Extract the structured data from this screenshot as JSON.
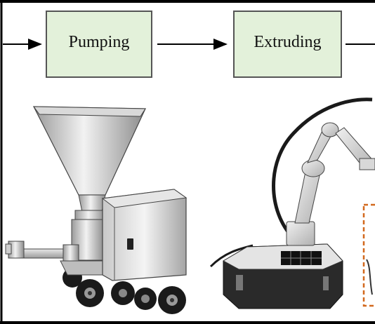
{
  "process_steps": [
    {
      "label": "Pumping"
    },
    {
      "label": "Extruding"
    }
  ],
  "colors": {
    "step_box_fill": "#e3f1da",
    "step_box_stroke": "#555555",
    "frame_border": "#000000",
    "arrow": "#000000",
    "machine_metal": "#bfbfbf",
    "machine_dark": "#1a1a1a",
    "highlight_dashed": "#d2691e"
  },
  "illustrations": [
    {
      "name": "concrete-pump-machine"
    },
    {
      "name": "robotic-arm-printer"
    }
  ]
}
